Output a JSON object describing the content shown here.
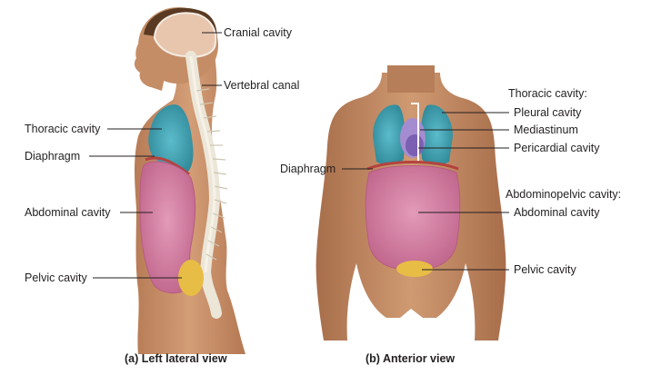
{
  "colors": {
    "skin": "#c8916a",
    "skin_shadow": "#a96f4c",
    "thoracic": "#3fa3b3",
    "abdominal": "#d47fa3",
    "pelvic": "#e8c04a",
    "mediastinum": "#8f73c0",
    "spine": "#e8e2d4",
    "brain": "#e9c3aa"
  },
  "lateral": {
    "labels": {
      "cranial": "Cranial cavity",
      "vertebral": "Vertebral canal",
      "thoracic": "Thoracic cavity",
      "diaphragm": "Diaphragm",
      "abdominal": "Abdominal cavity",
      "pelvic": "Pelvic cavity"
    },
    "caption": "(a) Left lateral view"
  },
  "anterior": {
    "labels": {
      "thoracic_header": "Thoracic cavity:",
      "pleural": "Pleural cavity",
      "mediastinum": "Mediastinum",
      "pericardial": "Pericardial cavity",
      "diaphragm": "Diaphragm",
      "abdominopelvic_header": "Abdominopelvic cavity:",
      "abdominal": "Abdominal cavity",
      "pelvic": "Pelvic cavity"
    },
    "caption": "(b) Anterior view"
  }
}
